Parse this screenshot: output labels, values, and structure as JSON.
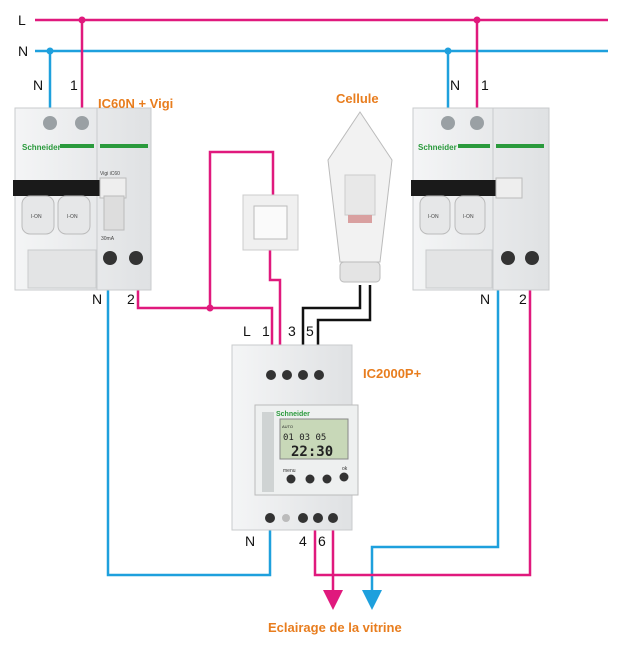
{
  "lines": {
    "L": "L",
    "N": "N"
  },
  "colors": {
    "phase": "#e0197d",
    "neutral": "#1ea0dd",
    "control": "#111111",
    "label": "#e87d1e"
  },
  "left_breaker": {
    "title": "IC60N + Vigi",
    "top_n": "N",
    "top_1": "1",
    "bottom_n": "N",
    "bottom_2": "2",
    "brand": "Schneider",
    "pole_label": "I-ON",
    "vigi": "Vigi iC60",
    "rating": "30mA"
  },
  "right_breaker": {
    "top_n": "N",
    "top_1": "1",
    "bottom_n": "N",
    "bottom_2": "2",
    "brand": "Schneider",
    "pole_label": "I-ON"
  },
  "cellule": {
    "title": "Cellule"
  },
  "timer": {
    "title": "IC2000P+",
    "t_L": "L",
    "t_1": "1",
    "t_3": "3",
    "t_5": "5",
    "t_N": "N",
    "t_4": "4",
    "t_6": "6",
    "brand": "Schneider",
    "display_date": "01 03 05",
    "display_time": "22:30",
    "display_mode": "AUTO",
    "menu": "menu",
    "ok": "ok"
  },
  "output": {
    "label": "Eclairage de la vitrine"
  }
}
